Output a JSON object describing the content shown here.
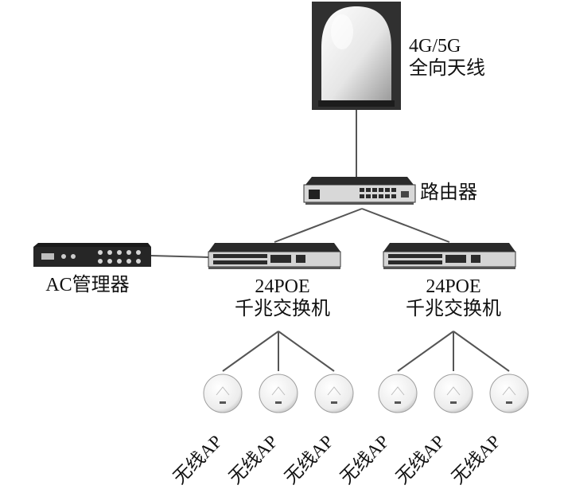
{
  "antenna": {
    "line1": "4G/5G",
    "line2": "全向天线"
  },
  "router": {
    "label": "路由器"
  },
  "ac_manager": {
    "label": "AC管理器"
  },
  "switches": [
    {
      "line1": "24POE",
      "line2": "千兆交换机"
    },
    {
      "line1": "24POE",
      "line2": "千兆交换机"
    }
  ],
  "access_points": [
    {
      "label": "无线AP"
    },
    {
      "label": "无线AP"
    },
    {
      "label": "无线AP"
    },
    {
      "label": "无线AP"
    },
    {
      "label": "无线AP"
    },
    {
      "label": "无线AP"
    }
  ]
}
